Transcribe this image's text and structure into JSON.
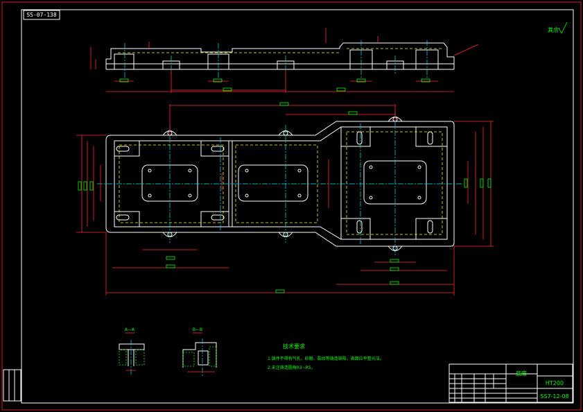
{
  "drawing": {
    "code_box": "SS-07-138",
    "roughness_note": "其余",
    "tech_title": "技术要求",
    "tech_items": [
      "1.铸件不得有气孔、砂眼、裂纹等铸造缺陷，表面应平整光洁。",
      "2.未注铸造圆角R3~R5。"
    ],
    "section_labels": [
      "A—A",
      "B—B"
    ],
    "title_block": {
      "part_name": "底座",
      "material": "HT200",
      "drawing_no": "SS7-12-08"
    },
    "colors": {
      "background": "#000000",
      "outline": "#ffffff",
      "dimension": "#ff2a2a",
      "text": "#00ff00",
      "centerline": "#00e5ff",
      "hidden": "#ffff00"
    }
  }
}
